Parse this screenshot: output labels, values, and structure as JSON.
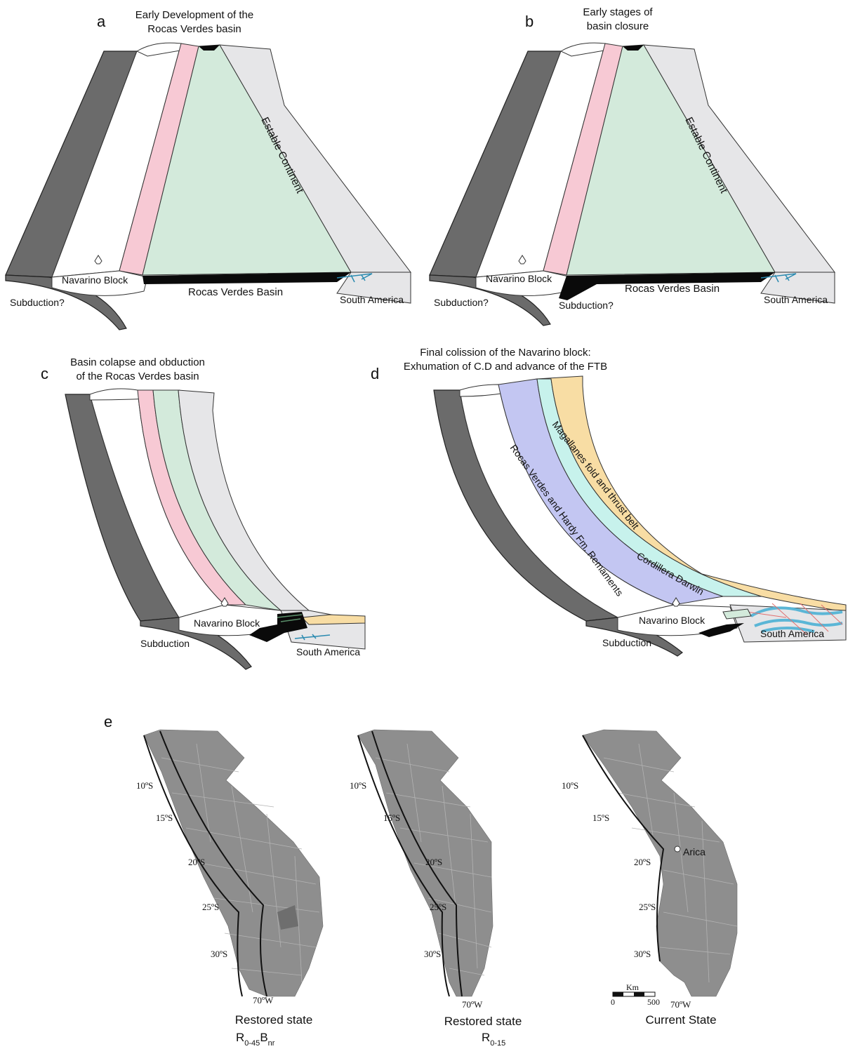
{
  "panels": {
    "a": {
      "letter": "a",
      "title_line1": "Early Development of the",
      "title_line2": "Rocas Verdes basin",
      "label_continent": "Estable Continent",
      "label_block": "Navarino Block",
      "label_basin": "Rocas Verdes Basin",
      "label_subduction": "Subduction?",
      "label_sa": "South America"
    },
    "b": {
      "letter": "b",
      "title_line1": "Early stages of",
      "title_line2": "basin closure",
      "label_continent": "Estable Continent",
      "label_block": "Navarino Block",
      "label_basin": "Rocas Verdes Basin",
      "label_subduction1": "Subduction?",
      "label_subduction2": "Subduction?",
      "label_sa": "South America"
    },
    "c": {
      "letter": "c",
      "title_line1": "Basin colapse and obduction",
      "title_line2": "of the Rocas Verdes basin",
      "label_block": "Navarino Block",
      "label_subduction": "Subduction",
      "label_sa": "South America"
    },
    "d": {
      "letter": "d",
      "title_line1": "Final colission of the Navarino block:",
      "title_line2": "Exhumation of C.D and advance of the FTB",
      "label_ftb": "Magallanes fold and thrust belt",
      "label_cd": "Cordillera Darwin",
      "label_rv": "Rocas Verdes and Hardy Fm. Remaments",
      "label_block": "Navarino Block",
      "label_subduction": "Subduction",
      "label_sa": "South America"
    },
    "e": {
      "letter": "e",
      "lat_labels": [
        "10ºS",
        "15ºS",
        "20ºS",
        "25ºS",
        "30ºS"
      ],
      "lon_label": "70ºW",
      "maps": [
        {
          "caption_line1": "Restored state",
          "caption_base": "R",
          "caption_sub1": "0-45",
          "caption_mid": "B",
          "caption_sub2": "nr"
        },
        {
          "caption_line1": "Restored state",
          "caption_base": "R",
          "caption_sub1": "0-15"
        },
        {
          "caption_line1": "Current State",
          "city": "Arica"
        }
      ],
      "scale": {
        "unit": "Km",
        "min": "0",
        "max": "500"
      }
    }
  },
  "colors": {
    "plate": "#6b6b6b",
    "pink": "#f7c9d4",
    "green": "#d3eadb",
    "grey": "#e6e6e8",
    "blue": "#c3c6f2",
    "cyan": "#c7f2ec",
    "yellow": "#f8dda4",
    "map": "#8e8e8e"
  }
}
